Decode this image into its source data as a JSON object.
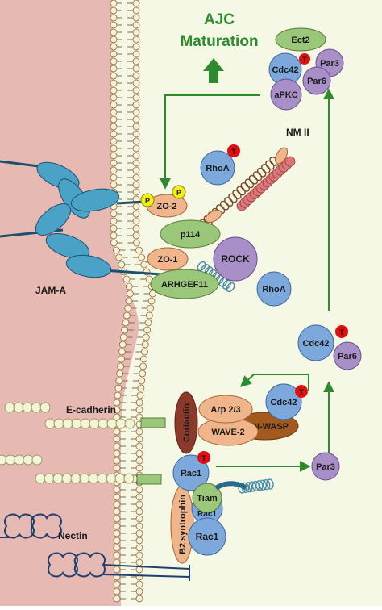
{
  "title": {
    "line1": "AJC",
    "line2": "Maturation"
  },
  "labels": {
    "jam_a": "JAM-A",
    "e_cadherin": "E-cadherin",
    "nectin": "Nectin",
    "nm2": "NM II"
  },
  "proteins": {
    "ect2": "Ect2",
    "cdc42_top": "Cdc42",
    "par3_top": "Par3",
    "par6_top": "Par6",
    "apkc": "aPKC",
    "rhoa_top": "RhoA",
    "zo2": "ZO-2",
    "p114": "p114",
    "rock": "ROCK",
    "zo1": "ZO-1",
    "arhgef11": "ARHGEF11",
    "rhoa_mid": "RhoA",
    "cdc42_mid": "Cdc42",
    "par6_mid": "Par6",
    "cortactin": "Cortactin",
    "arp23": "Arp 2/3",
    "wave2": "WAVE-2",
    "nwasp": "N-WASP",
    "cdc42_low": "Cdc42",
    "par3_low": "Par3",
    "rac1_top": "Rac1",
    "tiam": "Tiam",
    "rac1_hidden": "Rac1",
    "rac1_bottom": "Rac1",
    "b2_syntrophin": "B2 syntrophin"
  },
  "markers": {
    "phospho": "P",
    "gtp": "T"
  },
  "colors": {
    "cytoplasm": "#f4f8e4",
    "extracellular": "#e6b9b3",
    "arrow": "#2e8a2e",
    "protein_blue": "#7ca8dc",
    "protein_green": "#9bc77a",
    "protein_purple": "#a98fc8",
    "protein_orange": "#f0b58a",
    "cortactin": "#8b3a2a",
    "nwasp": "#a45a1e",
    "gtp_badge": "#e01010",
    "phospho_badge": "#f4ee1a",
    "jam": "#4aa3c6"
  }
}
